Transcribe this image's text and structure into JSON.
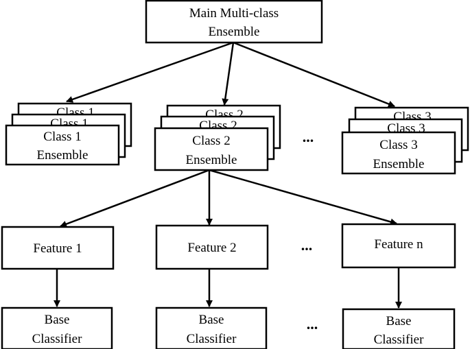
{
  "main": {
    "line1": "Main Multi-class",
    "line2": "Ensemble"
  },
  "classes": [
    {
      "back2": "Class 1",
      "back1": "Class 1",
      "line1": "Class 1",
      "line2": "Ensemble"
    },
    {
      "back2": "Class 2",
      "back1": "Class 2",
      "line1": "Class 2",
      "line2": "Ensemble"
    },
    {
      "back2": "Class 3",
      "back1": "Class 3",
      "line1": "Class 3",
      "line2": "Ensemble"
    }
  ],
  "features": [
    {
      "label": "Feature 1"
    },
    {
      "label": "Feature 2"
    },
    {
      "label": "Feature n"
    }
  ],
  "base": [
    {
      "line1": "Base",
      "line2": "Classifier"
    },
    {
      "line1": "Base",
      "line2": "Classifier"
    },
    {
      "line1": "Base",
      "line2": "Classifier"
    }
  ],
  "ellipsis": "..."
}
